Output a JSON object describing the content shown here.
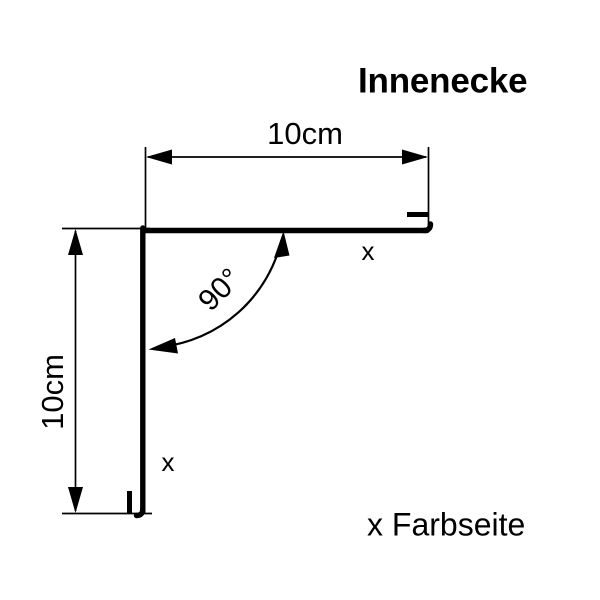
{
  "drawing": {
    "title": "Innenecke",
    "caption": "x Farbseite",
    "background_color": "#ffffff",
    "line_color": "#000000",
    "dimensions": {
      "horizontal": {
        "label": "10cm",
        "value": 10,
        "unit": "cm"
      },
      "vertical": {
        "label": "10cm",
        "value": 10,
        "unit": "cm",
        "text_rotation": "-90"
      }
    },
    "angle": {
      "label": "90°",
      "value": 90,
      "unit": "degrees",
      "text_rotation": "-45"
    },
    "markers": {
      "horizontal_leg": "x",
      "vertical_leg": "x"
    }
  }
}
